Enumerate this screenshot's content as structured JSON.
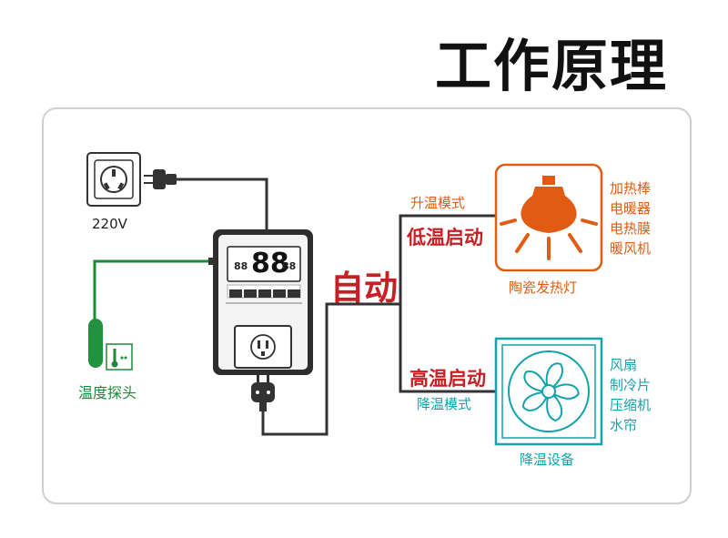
{
  "title": "工作原理",
  "socket": {
    "voltage": "220V"
  },
  "probe": {
    "label": "温度探头",
    "icon": "thermometer-icon"
  },
  "controller": {
    "display": "88",
    "side_digits_left": "88",
    "side_digits_right": "88",
    "icon": "digital-thermostat"
  },
  "mode": {
    "auto_label": "自动"
  },
  "heating": {
    "mode_label": "升温模式",
    "start_label": "低温启动",
    "device_label": "陶瓷发热灯",
    "examples": [
      "加热棒",
      "电暖器",
      "电热膜",
      "暖风机"
    ],
    "color": "#e15b12"
  },
  "cooling": {
    "mode_label": "降温模式",
    "start_label": "高温启动",
    "device_label": "降温设备",
    "examples": [
      "风扇",
      "制冷片",
      "压缩机",
      "水帘"
    ],
    "color": "#13a3ab"
  },
  "accent_red": "#c81f24",
  "probe_green": "#1b8a3a"
}
